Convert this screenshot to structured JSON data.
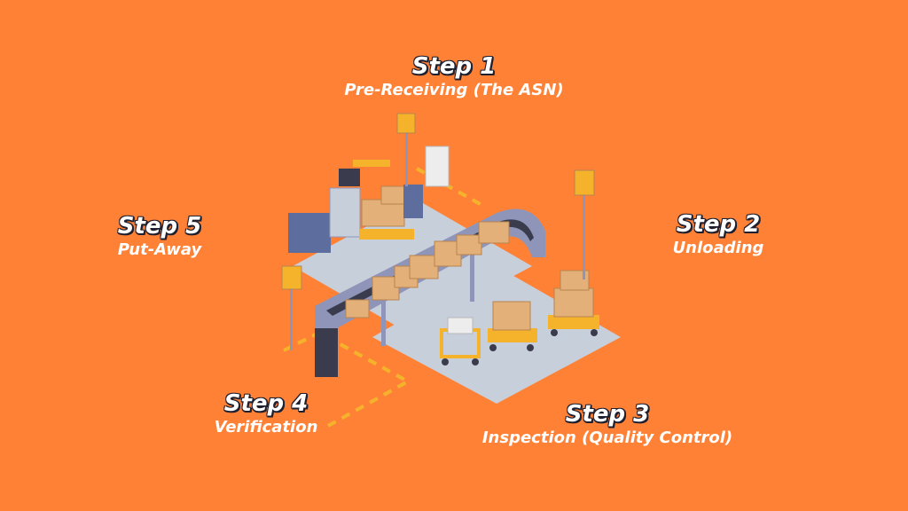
{
  "steps": [
    {
      "num": "Step 1",
      "label": "Pre-Receiving (The ASN)"
    },
    {
      "num": "Step 2",
      "label": "Unloading"
    },
    {
      "num": "Step 3",
      "label": "Inspection (Quality Control)"
    },
    {
      "num": "Step 4",
      "label": "Verification"
    },
    {
      "num": "Step 5",
      "label": "Put-Away"
    }
  ],
  "colors": {
    "background": "#FF8136",
    "floor": "#C7CFDB",
    "conveyor": "#8F95B8",
    "belt": "#3A3B4D",
    "box": "#E3B07A",
    "cart": "#F5B32C",
    "sign": "#F5B32C"
  }
}
